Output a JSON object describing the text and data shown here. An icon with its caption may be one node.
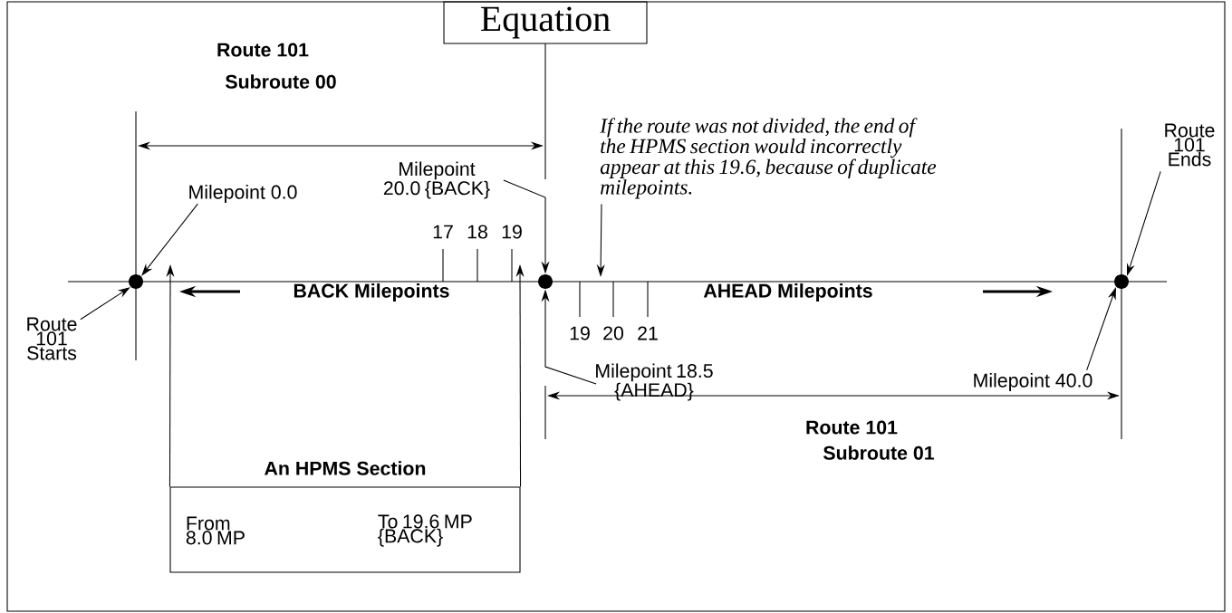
{
  "diagram": {
    "nodes": [
      {
        "text": [
          "Equation"
        ]
      },
      {
        "text": [
          "Milepoint 0.0"
        ]
      },
      {
        "text": [
          "Route 101 Starts"
        ]
      },
      {
        "text": [],
        "shape": "circle"
      },
      {
        "text": [
          "Milepoint 20.0 {BACK}"
        ]
      },
      {
        "text": [
          "Milepoint 18.5 {AHEAD}"
        ]
      },
      {
        "text": [],
        "shape": "circle"
      },
      {
        "text": [
          "If the route was not divided, the end of the HPMS section would incorrectly appear at this 19.6, because of duplicate milepoints."
        ]
      },
      {
        "text": [
          "Route 101 Ends"
        ]
      },
      {
        "text": [
          "Milepoint 40.0"
        ]
      },
      {
        "text": [],
        "shape": "circle"
      },
      {
        "text": [
          "An HPMS Section",
          "From 8.0 MP",
          "To 19.6 MP {BACK}"
        ]
      }
    ],
    "edges": [
      {
        "from": 1,
        "to": 3,
        "arrow": "to"
      },
      {
        "from": 2,
        "to": 3,
        "arrow": "to"
      },
      {
        "from": 4,
        "to": 6,
        "arrow": "to"
      },
      {
        "from": 5,
        "to": 6,
        "arrow": "to"
      },
      {
        "from": 7,
        "to": null,
        "arrow": "to"
      },
      {
        "from": 8,
        "to": 10,
        "arrow": "to"
      },
      {
        "from": 9,
        "to": 10,
        "arrow": "to"
      },
      {
        "from": 11,
        "to": null,
        "arrow": "to"
      },
      {
        "from": 11,
        "to": null,
        "arrow": "to"
      }
    ],
    "labels": [
      "Route 101",
      "Subroute 00",
      "17",
      "18",
      "19",
      "BACK Milepoints",
      "19",
      "20",
      "21",
      "AHEAD Milepoints",
      "Route 101",
      "Subroute 01"
    ]
  }
}
